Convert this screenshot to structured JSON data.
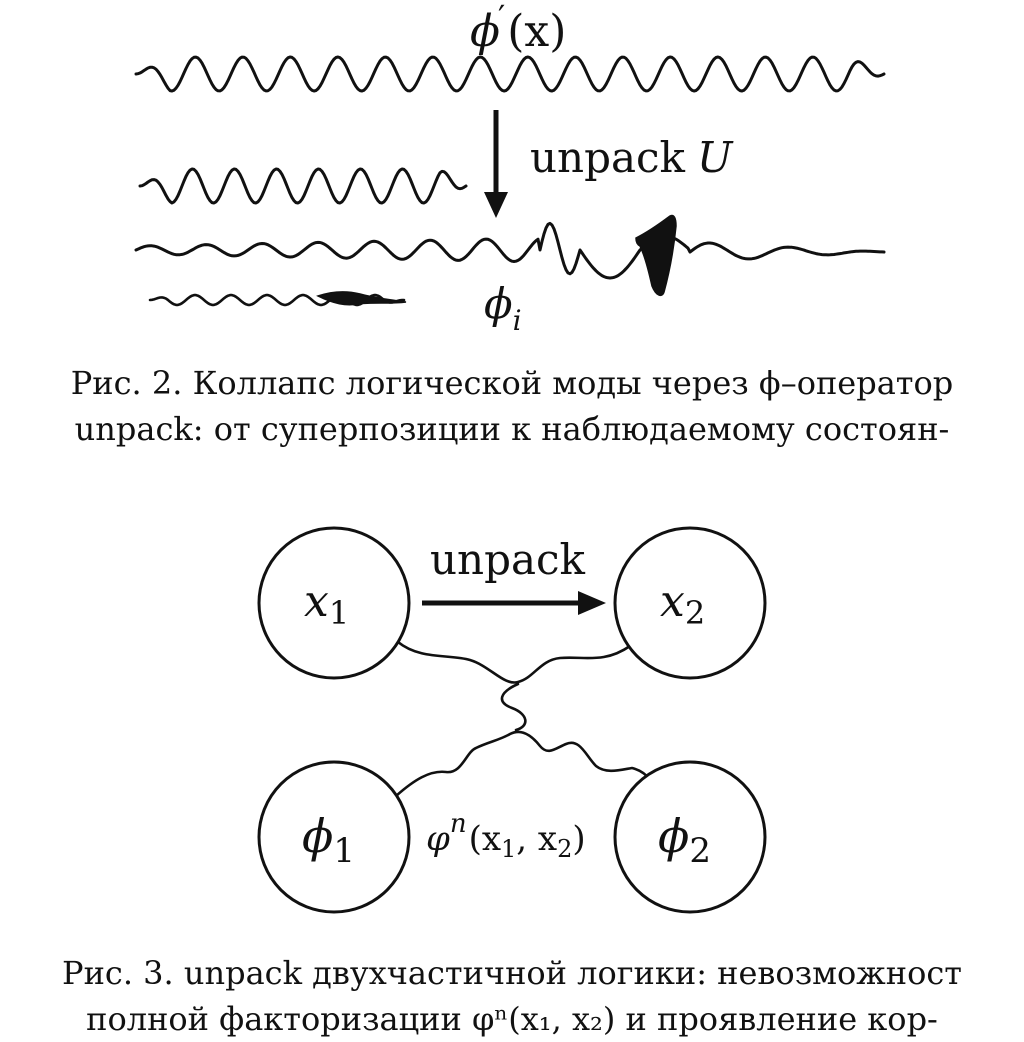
{
  "figure2": {
    "top_wave_label": {
      "base": "ϕ",
      "prime": "′",
      "arg": "(x)"
    },
    "arrow_label": {
      "word": "unpack",
      "symbol": "U"
    },
    "mode_label": {
      "base": "ϕ",
      "sub": "i"
    },
    "caption": {
      "line1": "Рис. 2. Коллапс логической моды через ϕ–оператор",
      "line2": "unpack: от суперпозиции к наблюдаемому состоян-"
    }
  },
  "figure3": {
    "arrow_label": "unpack",
    "nodes": {
      "x1": {
        "base": "x",
        "sub": "1"
      },
      "x2": {
        "base": "x",
        "sub": "2"
      },
      "phi1": {
        "base": "ϕ",
        "sub": "1"
      },
      "phi2": {
        "base": "ϕ",
        "sub": "2"
      }
    },
    "correlation_label": {
      "base": "φ",
      "sup": "n",
      "arg": "(x",
      "sub1": "1",
      "comma": ", x",
      "sub2": "2",
      "close": ")"
    },
    "caption": {
      "line1": "Рис. 3. unpack двухчастичной логики: невозможност",
      "line2": "полной факторизации φⁿ(x₁, x₂) и проявление кор-"
    }
  }
}
